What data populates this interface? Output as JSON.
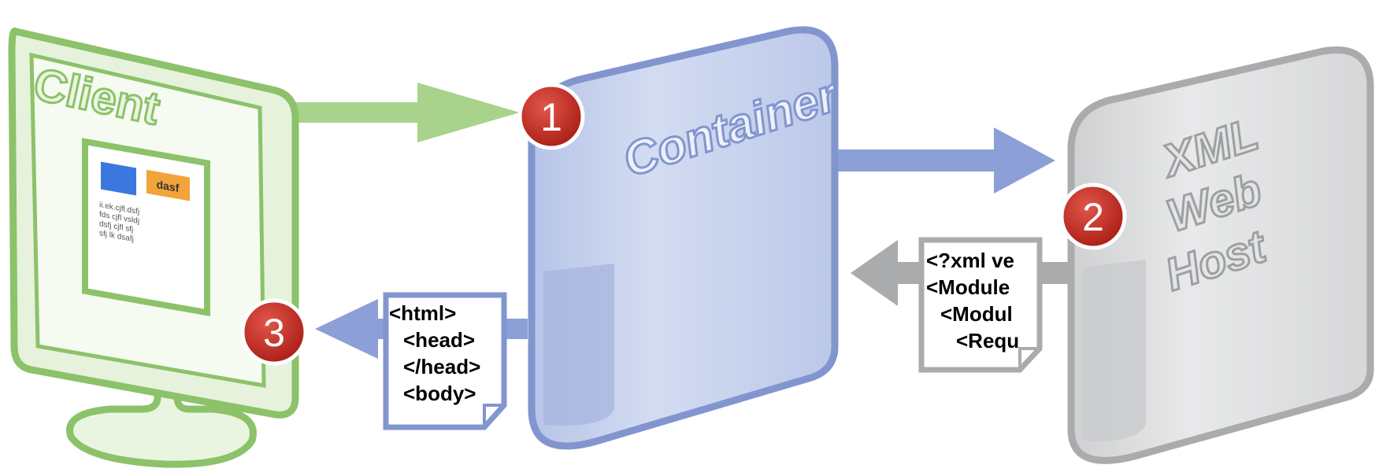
{
  "client": {
    "label": "Client",
    "screen_button": "dasf",
    "screen_text": [
      "ii.ek.cjfl.dsfj",
      "fds cjfl vsldj",
      "dsfj cjfl sfj",
      "sfj lk dsafj"
    ]
  },
  "container": {
    "label": "Container"
  },
  "host": {
    "label_lines": [
      "XML",
      "Web",
      "Host"
    ]
  },
  "steps": {
    "step1": "1",
    "step2": "2",
    "step3": "3"
  },
  "html_doc": {
    "lines": [
      "<html>",
      "<head>",
      "</head>",
      "<body>"
    ]
  },
  "xml_doc": {
    "lines": [
      "<?xml ve",
      "<Module",
      "<Modul",
      "<Requ"
    ]
  },
  "colors": {
    "client_green": "#8cc26a",
    "client_fill": "#eef7e6",
    "container_blue": "#8295cf",
    "container_fill": "#ccd6ee",
    "host_gray": "#a9abac",
    "host_fill": "#dfe0e1",
    "badge_red": "#c8281e"
  }
}
